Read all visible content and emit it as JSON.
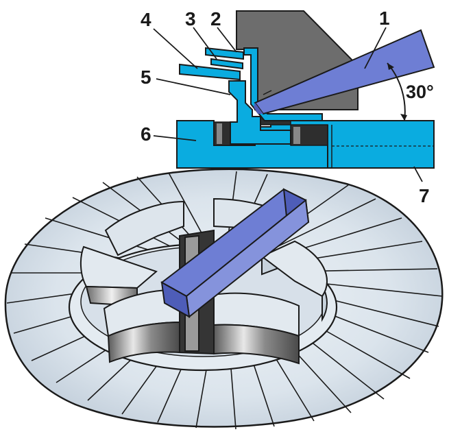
{
  "callouts": {
    "c1": "1",
    "c2": "2",
    "c3": "3",
    "c4": "4",
    "c5": "5",
    "c6": "6",
    "c7": "7"
  },
  "angle_label": "30°",
  "colors": {
    "cyan": "#0aace0",
    "blade": "#6e7ed4",
    "blade_dark": "#4e5db8",
    "tool_gray": "#6d6d6d",
    "dark": "#2e2e2e",
    "disc_light": "#dde6ee",
    "disc_shadow": "#a8b6c6",
    "outline": "#1a1a1a"
  },
  "icons": {
    "section_view": "cross-section-illustration",
    "perspective_view": "centering-tool-perspective-illustration"
  }
}
